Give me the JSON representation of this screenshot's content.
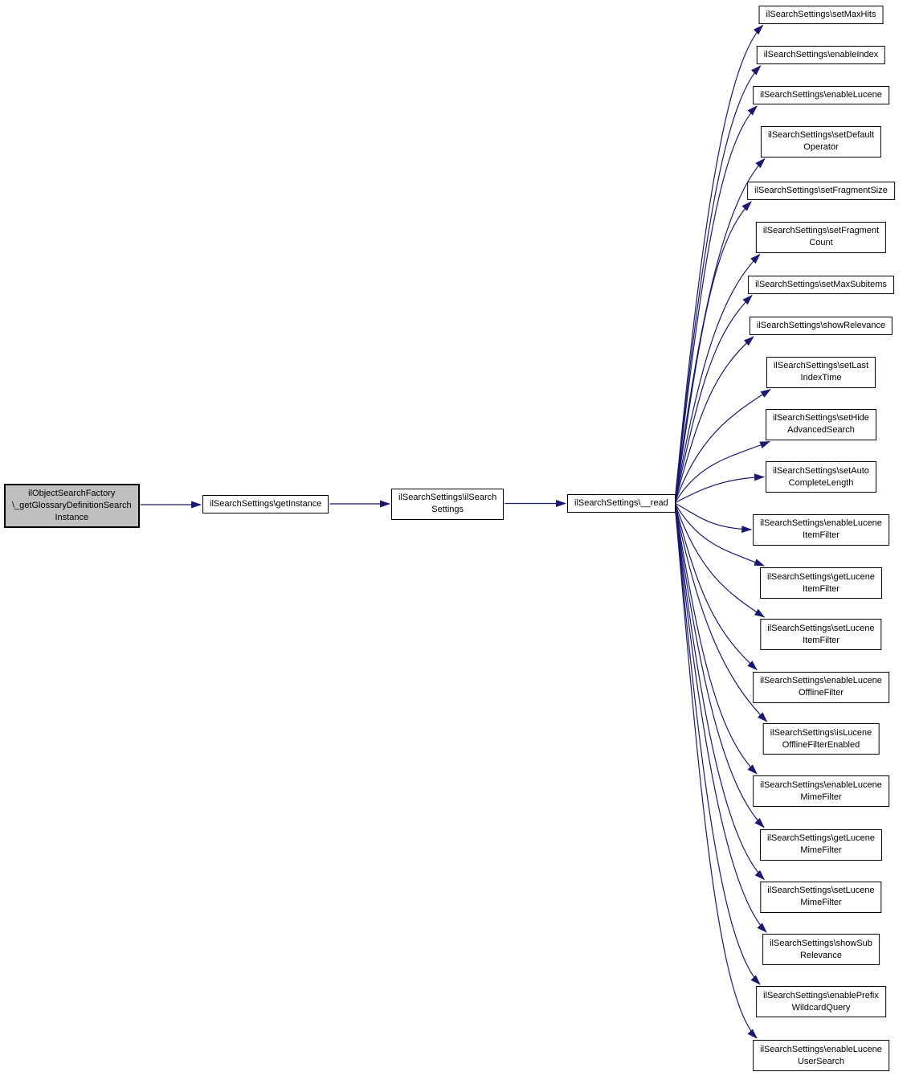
{
  "diagram": {
    "type": "call-graph",
    "background": "#ffffff",
    "colors": {
      "edge": "#191970",
      "node_border": "#000000",
      "node_fill": "#ffffff",
      "highlight_fill": "#bfbfbf",
      "text": "#000000"
    },
    "root": {
      "lines": [
        "ilObjectSearchFactory",
        "\\_getGlossaryDefinitionSearch",
        "Instance"
      ],
      "highlighted": true
    },
    "chain": [
      {
        "lines": [
          "ilSearchSettings\\getInstance"
        ]
      },
      {
        "lines": [
          "ilSearchSettings\\ilSearch",
          "Settings"
        ]
      },
      {
        "lines": [
          "ilSearchSettings\\__read"
        ]
      }
    ],
    "callees": [
      {
        "lines": [
          "ilSearchSettings\\setMaxHits"
        ]
      },
      {
        "lines": [
          "ilSearchSettings\\enableIndex"
        ]
      },
      {
        "lines": [
          "ilSearchSettings\\enableLucene"
        ]
      },
      {
        "lines": [
          "ilSearchSettings\\setDefault",
          "Operator"
        ]
      },
      {
        "lines": [
          "ilSearchSettings\\setFragmentSize"
        ]
      },
      {
        "lines": [
          "ilSearchSettings\\setFragment",
          "Count"
        ]
      },
      {
        "lines": [
          "ilSearchSettings\\setMaxSubitems"
        ]
      },
      {
        "lines": [
          "ilSearchSettings\\showRelevance"
        ]
      },
      {
        "lines": [
          "ilSearchSettings\\setLast",
          "IndexTime"
        ]
      },
      {
        "lines": [
          "ilSearchSettings\\setHide",
          "AdvancedSearch"
        ]
      },
      {
        "lines": [
          "ilSearchSettings\\setAuto",
          "CompleteLength"
        ]
      },
      {
        "lines": [
          "ilSearchSettings\\enableLucene",
          "ItemFilter"
        ]
      },
      {
        "lines": [
          "ilSearchSettings\\getLucene",
          "ItemFilter"
        ]
      },
      {
        "lines": [
          "ilSearchSettings\\setLucene",
          "ItemFilter"
        ]
      },
      {
        "lines": [
          "ilSearchSettings\\enableLucene",
          "OfflineFilter"
        ]
      },
      {
        "lines": [
          "ilSearchSettings\\isLucene",
          "OfflineFilterEnabled"
        ]
      },
      {
        "lines": [
          "ilSearchSettings\\enableLucene",
          "MimeFilter"
        ]
      },
      {
        "lines": [
          "ilSearchSettings\\getLucene",
          "MimeFilter"
        ]
      },
      {
        "lines": [
          "ilSearchSettings\\setLucene",
          "MimeFilter"
        ]
      },
      {
        "lines": [
          "ilSearchSettings\\showSub",
          "Relevance"
        ]
      },
      {
        "lines": [
          "ilSearchSettings\\enablePrefix",
          "WildcardQuery"
        ]
      },
      {
        "lines": [
          "ilSearchSettings\\enableLucene",
          "UserSearch"
        ]
      }
    ]
  }
}
